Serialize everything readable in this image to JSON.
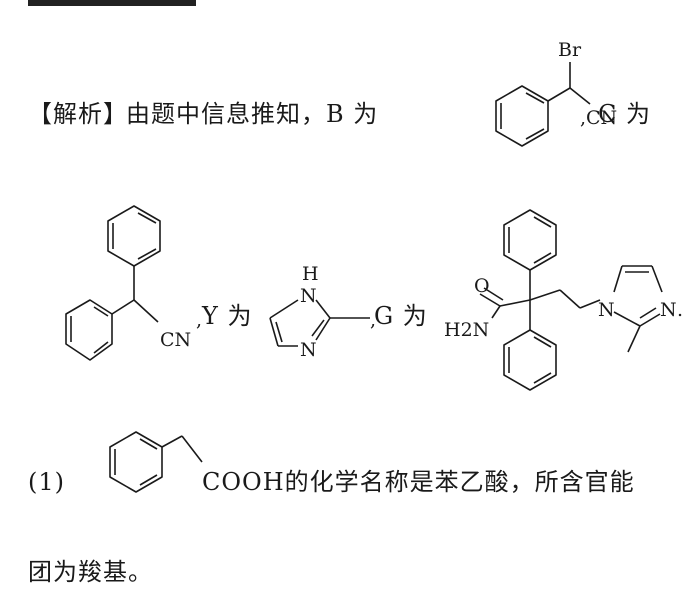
{
  "analysis": {
    "heading": "【解析】",
    "line1_text": "由题中信息推知，B 为",
    "b_label": "C 为",
    "y_label": "Y 为",
    "g_label": "G 为",
    "q1_prefix": "(1)",
    "q1_text": "COOH的化学名称是苯乙酸，所含官能",
    "q1_text_end": "团为羧基。"
  },
  "structures": {
    "B": {
      "atoms": [
        "Br",
        "CN"
      ]
    },
    "C": {
      "atoms": [
        "CN"
      ]
    },
    "Y": {
      "atoms": [
        "H",
        "N",
        "N"
      ]
    },
    "G": {
      "atoms": [
        "O",
        "H2N",
        "N",
        "N"
      ]
    }
  }
}
